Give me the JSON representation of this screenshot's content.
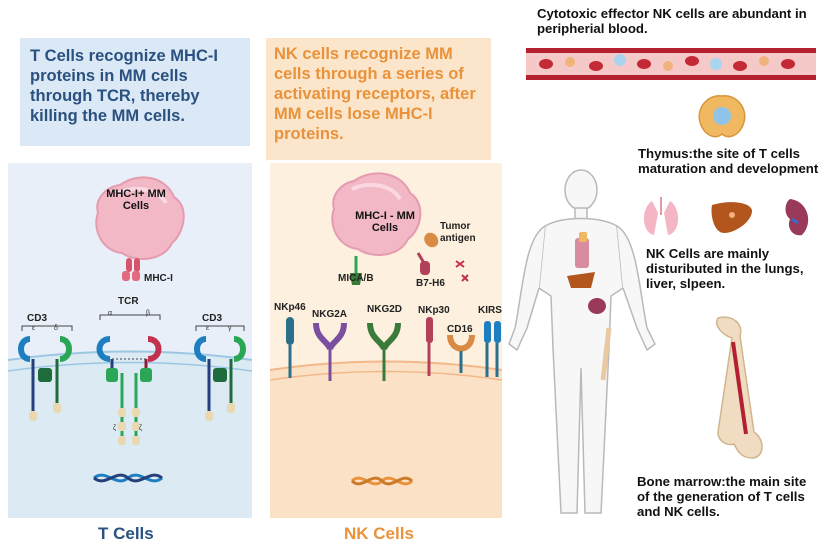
{
  "t_panel": {
    "header_text": "T Cells recognize MHC-I proteins in MM cells through TCR, thereby killing the MM cells.",
    "cell_label": "MHC-I+ MM Cells",
    "mhc_label": "MHC-I",
    "tcr_label": "TCR",
    "cd3_left_label": "CD3",
    "cd3_right_label": "CD3",
    "chain_epsilon": "ε",
    "chain_delta": "δ",
    "chain_alpha": "α",
    "chain_beta": "β",
    "chain_gamma": "γ",
    "chain_zeta": "ζ",
    "caption": "T Cells"
  },
  "nk_panel": {
    "header_text": "NK cells recognize MM cells through a series of activating receptors, after MM cells lose MHC-I proteins.",
    "cell_label": "MHC-I - MM Cells",
    "tumor_antigen_label": "Tumor antigen",
    "mica_label": "MICA/B",
    "b7h6_label": "B7-H6",
    "receptors": [
      "NKp46",
      "NKG2A",
      "NKG2D",
      "NKp30",
      "CD16",
      "KIRS"
    ],
    "caption": "NK Cells"
  },
  "right_panel": {
    "blood_text": "Cytotoxic effector NK cells are abundant in peripherial blood.",
    "thymus_text": "Thymus:the site of T cells maturation and development",
    "organs_text": "NK Cells are mainly distuributed in the lungs, liver, slpeen.",
    "bone_text": "Bone marrow:the  main site of the generation of T cells and NK cells."
  },
  "colors": {
    "t_accent": "#2b5180",
    "nk_accent": "#e9923b",
    "t_box": "#dbe8f5",
    "nk_box": "#fbe6cc",
    "cell_pink": "#f2b8c6",
    "blood_red": "#b3202f"
  }
}
